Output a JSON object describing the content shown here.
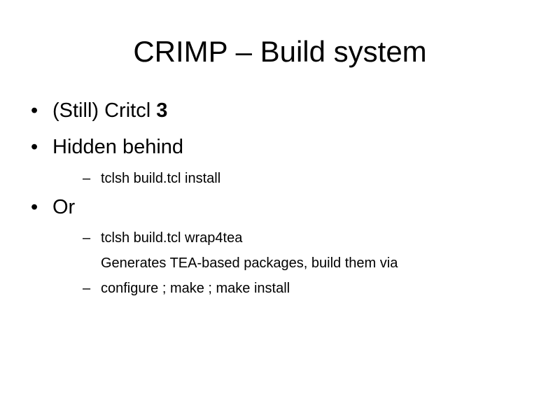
{
  "slide": {
    "title": "CRIMP – Build system",
    "items": [
      {
        "marker": "•",
        "text": "(Still) Critcl ",
        "bold": "3"
      },
      {
        "marker": "•",
        "text": "Hidden behind"
      },
      {
        "marker": "–",
        "text": "tclsh build.tcl install"
      },
      {
        "marker": "•",
        "text": "Or"
      },
      {
        "marker": "–",
        "text": "tclsh build.tcl wrap4tea"
      },
      {
        "text": "Generates TEA-based packages, build them via"
      },
      {
        "marker": "–",
        "text": "configure ; make ; make install"
      }
    ]
  }
}
